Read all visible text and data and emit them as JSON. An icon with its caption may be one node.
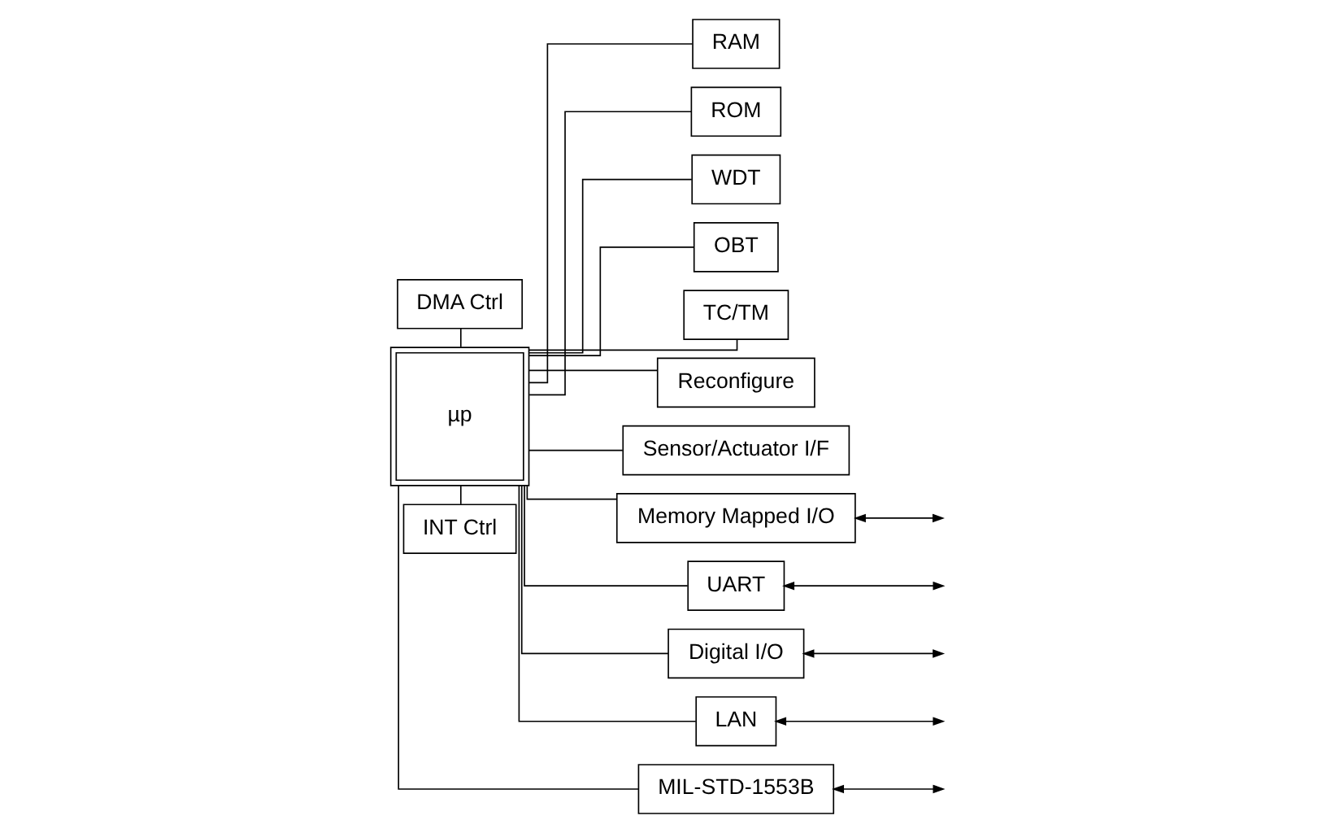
{
  "diagram": {
    "nodes": [
      {
        "text": [
          "DMA Ctrl"
        ]
      },
      {
        "text": [
          "µp"
        ]
      },
      {
        "text": [
          "INT Ctrl"
        ]
      },
      {
        "text": [
          "RAM"
        ]
      },
      {
        "text": [
          "ROM"
        ]
      },
      {
        "text": [
          "WDT"
        ]
      },
      {
        "text": [
          "OBT"
        ]
      },
      {
        "text": [
          "TC/TM"
        ]
      },
      {
        "text": [
          "Reconfigure"
        ]
      },
      {
        "text": [
          "Sensor/Actuator I/F"
        ]
      },
      {
        "text": [
          "Memory Mapped I/O"
        ]
      },
      {
        "text": [
          "UART"
        ]
      },
      {
        "text": [
          "Digital I/O"
        ]
      },
      {
        "text": [
          "LAN"
        ]
      },
      {
        "text": [
          "MIL-STD-1553B"
        ]
      }
    ],
    "edges": [
      {
        "from": 0,
        "to": 1,
        "arrow": "none"
      },
      {
        "from": 1,
        "to": 2,
        "arrow": "none"
      },
      {
        "from": 1,
        "to": 3,
        "arrow": "none"
      },
      {
        "from": 1,
        "to": 4,
        "arrow": "none"
      },
      {
        "from": 1,
        "to": 5,
        "arrow": "none"
      },
      {
        "from": 1,
        "to": 6,
        "arrow": "none"
      },
      {
        "from": 1,
        "to": 7,
        "arrow": "none"
      },
      {
        "from": 1,
        "to": 8,
        "arrow": "none"
      },
      {
        "from": 1,
        "to": 9,
        "arrow": "none"
      },
      {
        "from": 1,
        "to": 10,
        "arrow": "none"
      },
      {
        "from": 1,
        "to": 11,
        "arrow": "none"
      },
      {
        "from": 1,
        "to": 12,
        "arrow": "none"
      },
      {
        "from": 1,
        "to": 13,
        "arrow": "none"
      },
      {
        "from": 1,
        "to": 14,
        "arrow": "none"
      },
      {
        "from": 10,
        "to": null,
        "arrow": "both"
      },
      {
        "from": 11,
        "to": null,
        "arrow": "both"
      },
      {
        "from": 12,
        "to": null,
        "arrow": "both"
      },
      {
        "from": 13,
        "to": null,
        "arrow": "both"
      },
      {
        "from": 14,
        "to": null,
        "arrow": "both"
      }
    ]
  }
}
